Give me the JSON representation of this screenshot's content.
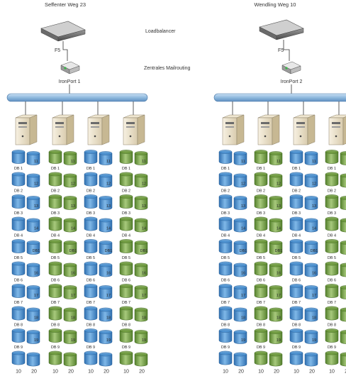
{
  "sites": [
    {
      "title": "Seffenter Weg 23",
      "loadbalancer_label": "F5",
      "router_label": "IronPort 1",
      "server_group_colors": [
        "#4a90d0",
        "#6d9a3c",
        "#4a90d0",
        "#6d9a3c"
      ]
    },
    {
      "title": "Wendling Weg 10",
      "loadbalancer_label": "F5",
      "router_label": "IronPort 2",
      "server_group_colors": [
        "#4a90d0",
        "#6d9a3c",
        "#4a90d0",
        "#6d9a3c"
      ]
    }
  ],
  "annotations": {
    "loadbalancer": "Loadbalancer",
    "mailrouting": "Zentrales Mailrouting"
  },
  "db_grid": {
    "left_labels": [
      "DB 1",
      "DB 2",
      "DB 3",
      "DB 4",
      "DB 5",
      "DB 6",
      "DB 7",
      "DB 8",
      "DB 9"
    ],
    "right_labels": [
      "11",
      "12",
      "13",
      "14",
      "DB1",
      "16",
      "17",
      "18",
      "19"
    ],
    "bottom_labels": [
      "10",
      "20"
    ]
  },
  "colors": {
    "blue_db": "#4a90d0",
    "green_db": "#6d9a3c",
    "bus": "#8fb9de"
  },
  "icons": [
    "loadbalancer-icon",
    "router-icon",
    "server-icon",
    "database-icon"
  ]
}
